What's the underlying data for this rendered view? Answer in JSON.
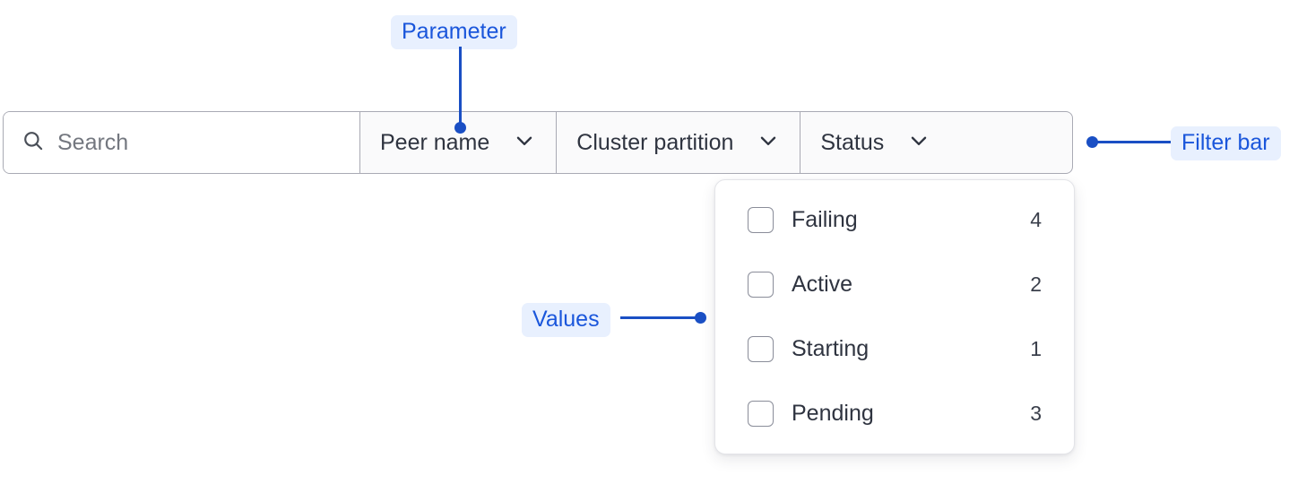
{
  "filter_bar": {
    "search": {
      "icon": "search-icon",
      "placeholder": "Search",
      "value": ""
    },
    "dropdowns": [
      {
        "label": "Peer name",
        "icon": "chevron-down-icon",
        "active": true
      },
      {
        "label": "Cluster partition",
        "icon": "chevron-down-icon",
        "active": false
      },
      {
        "label": "Status",
        "icon": "chevron-down-icon",
        "active": false
      }
    ]
  },
  "status_panel": {
    "options": [
      {
        "label": "Failing",
        "count": "4",
        "checked": false
      },
      {
        "label": "Active",
        "count": "2",
        "checked": false
      },
      {
        "label": "Starting",
        "count": "1",
        "checked": false
      },
      {
        "label": "Pending",
        "count": "3",
        "checked": false
      }
    ]
  },
  "annotations": [
    {
      "id": "parameter",
      "label": "Parameter"
    },
    {
      "id": "filter_bar",
      "label": "Filter bar"
    },
    {
      "id": "values",
      "label": "Values"
    }
  ],
  "annotation_labels": {
    "parameter": "Parameter",
    "filter_bar": "Filter bar",
    "values": "Values"
  },
  "colors": {
    "accent": "#1a4fc4",
    "annotation_text": "#1a56db",
    "annotation_bg": "#e8f0fe",
    "border": "#a9aab4",
    "text": "#2f3440",
    "placeholder": "#73777f",
    "cell_bg": "#fafafb",
    "panel_bg": "#ffffff"
  }
}
